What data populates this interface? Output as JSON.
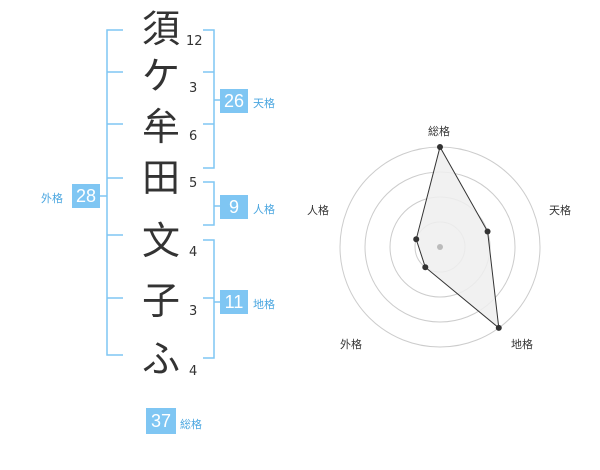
{
  "name": {
    "chars": [
      {
        "char": "須",
        "strokes": "12"
      },
      {
        "char": "ケ",
        "strokes": "3"
      },
      {
        "char": "牟",
        "strokes": "6"
      },
      {
        "char": "田",
        "strokes": "5"
      },
      {
        "char": "文",
        "strokes": "4"
      },
      {
        "char": "子",
        "strokes": "3"
      },
      {
        "char": "ふ",
        "strokes": "4"
      }
    ]
  },
  "kakusu": {
    "tenkaku": {
      "value": "26",
      "label": "天格"
    },
    "jinkaku": {
      "value": "9",
      "label": "人格"
    },
    "chikaku": {
      "value": "11",
      "label": "地格"
    },
    "gaikaku": {
      "value": "28",
      "label": "外格"
    },
    "soukaku": {
      "value": "37",
      "label": "総格"
    }
  },
  "radar": {
    "labels": {
      "top": "総格",
      "right": "天格",
      "bottom_right": "地格",
      "bottom_left": "外格",
      "left": "人格"
    },
    "levels": 4,
    "values": {
      "soukaku": 4,
      "tenkaku": 2,
      "chikaku": 4,
      "gaikaku": 1,
      "jinkaku": 1
    },
    "colors": {
      "grid": "#cccccc",
      "fill": "#eeeeee",
      "line": "#333333",
      "point": "#333333",
      "center": "#bbbbbb"
    }
  },
  "colors": {
    "accent": "#7fc6f3",
    "accent_text": "#4aa6e0",
    "bracket": "#7fc6f3"
  }
}
